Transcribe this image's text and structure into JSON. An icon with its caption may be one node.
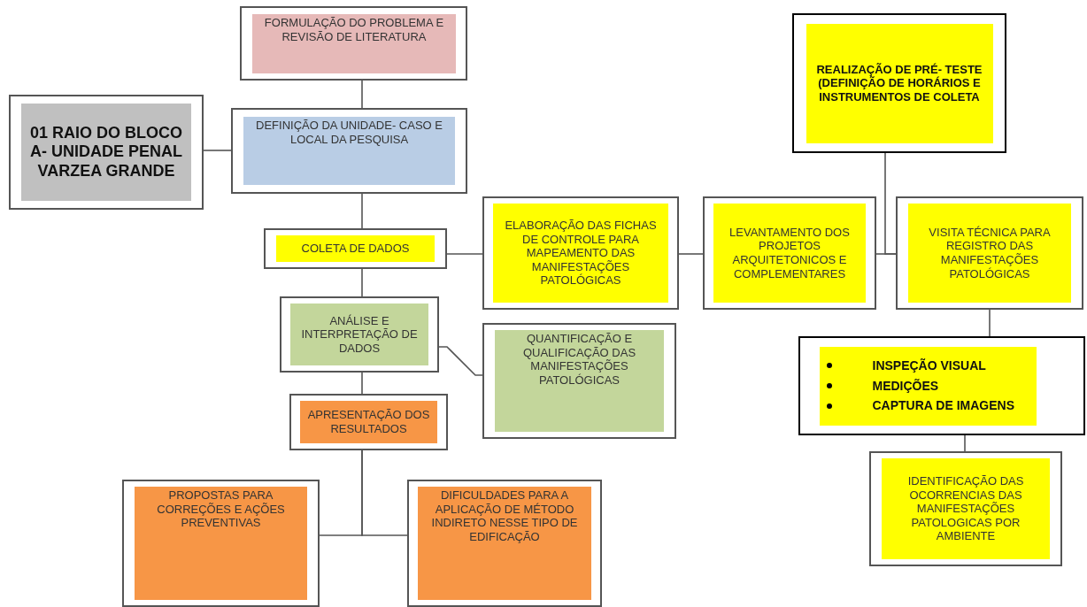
{
  "diagram": {
    "nodes": [
      {
        "text": [
          "FORMULAÇÃO DO PROBLEMA E REVISÃO DE LITERATURA"
        ]
      },
      {
        "text": [
          "01 RAIO DO BLOCO A- UNIDADE PENAL VARZEA GRANDE"
        ]
      },
      {
        "text": [
          "DEFINIÇÃO DA UNIDADE- CASO E LOCAL DA PESQUISA"
        ]
      },
      {
        "text": [
          "COLETA DE DADOS"
        ]
      },
      {
        "text": [
          "ANÁLISE E INTERPRETAÇÃO DE DADOS"
        ]
      },
      {
        "text": [
          "APRESENTAÇÃO DOS RESULTADOS"
        ]
      },
      {
        "text": [
          "PROPOSTAS PARA CORREÇÕES E AÇÕES PREVENTIVAS"
        ]
      },
      {
        "text": [
          "DIFICULDADES PARA A APLICAÇÃO DE MÉTODO INDIRETO NESSE TIPO DE EDIFICAÇÃO"
        ]
      },
      {
        "text": [
          "QUANTIFICAÇÃO E QUALIFICAÇÃO DAS MANIFESTAÇÕES PATOLÓGICAS"
        ]
      },
      {
        "text": [
          "ELABORAÇÃO DAS FICHAS DE CONTROLE PARA MAPEAMENTO DAS MANIFESTAÇÕES PATOLÓGICAS"
        ]
      },
      {
        "text": [
          "LEVANTAMENTO DOS PROJETOS ARQUITETONICOS E COMPLEMENTARES"
        ]
      },
      {
        "text": [
          "REALIZAÇÃO DE PRÉ- TESTE (DEFINIÇÃO DE HORÁRIOS E INSTRUMENTOS DE COLETA"
        ]
      },
      {
        "text": [
          "VISITA TÉCNICA PARA REGISTRO DAS MANIFESTAÇÕES PATOLÓGICAS"
        ]
      },
      {
        "text": [
          "INSPEÇÃO VISUAL",
          "MEDIÇÕES",
          "CAPTURA DE IMAGENS"
        ]
      },
      {
        "text": [
          "IDENTIFICAÇÃO DAS OCORRENCIAS DAS MANIFESTAÇÕES PATOLOGICAS POR AMBIENTE"
        ]
      }
    ],
    "edges": [
      {
        "from": 0,
        "to": 2,
        "arrow": "none"
      },
      {
        "from": 1,
        "to": 2,
        "arrow": "none"
      },
      {
        "from": 2,
        "to": 3,
        "arrow": "none"
      },
      {
        "from": 3,
        "to": 4,
        "arrow": "none"
      },
      {
        "from": 3,
        "to": 9,
        "arrow": "none"
      },
      {
        "from": 9,
        "to": 10,
        "arrow": "none"
      },
      {
        "from": 10,
        "to": 12,
        "arrow": "none"
      },
      {
        "from": 11,
        "to": 12,
        "arrow": "none"
      },
      {
        "from": 4,
        "to": 8,
        "arrow": "none"
      },
      {
        "from": 4,
        "to": 5,
        "arrow": "none"
      },
      {
        "from": 5,
        "to": 6,
        "arrow": "none"
      },
      {
        "from": 5,
        "to": 7,
        "arrow": "none"
      },
      {
        "from": 12,
        "to": 13,
        "arrow": "none"
      },
      {
        "from": 13,
        "to": 14,
        "arrow": "none"
      }
    ]
  }
}
